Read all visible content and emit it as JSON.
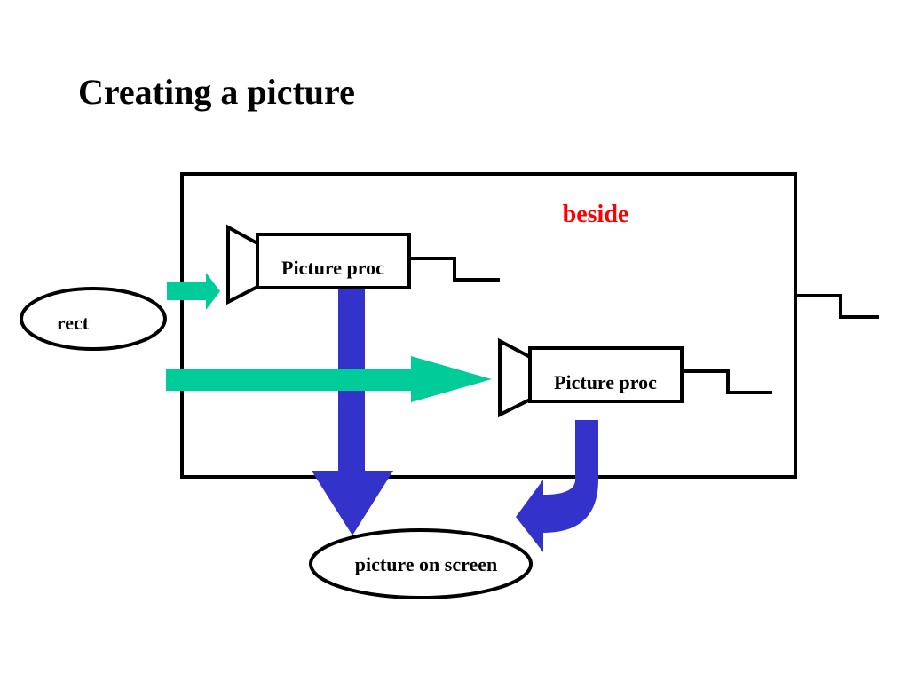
{
  "slide": {
    "title": "Creating a picture"
  },
  "diagram": {
    "combiner_label": "beside",
    "input_label": "rect",
    "proc_top_label": "Picture proc",
    "proc_bottom_label": "Picture proc",
    "output_label": "picture on screen"
  },
  "colors": {
    "combiner_label": "#ff0000",
    "green_arrow": "#00cc99",
    "blue_arrow": "#3333cc",
    "stroke": "#000000"
  }
}
